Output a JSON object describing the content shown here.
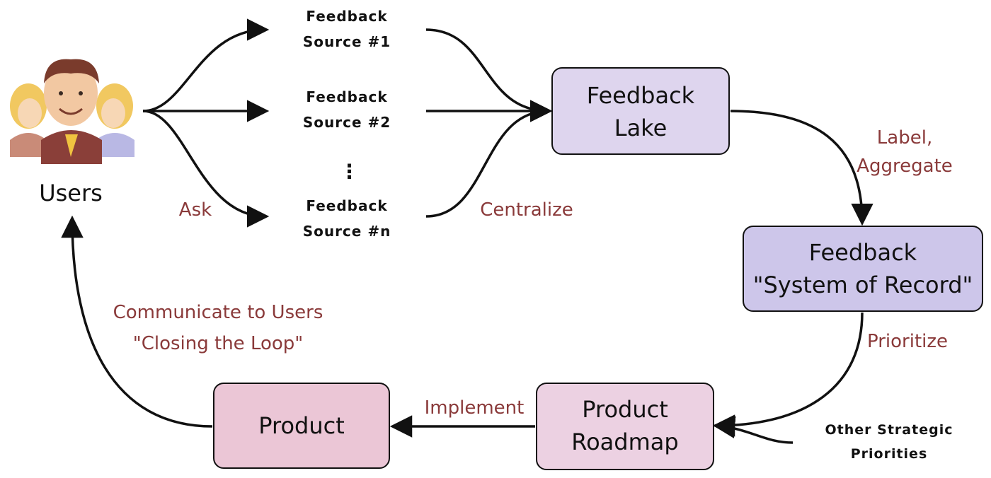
{
  "users": {
    "label": "Users",
    "icon": "users-group-icon"
  },
  "sources": [
    {
      "line1": "Feedback",
      "line2": "Source #1"
    },
    {
      "line1": "Feedback",
      "line2": "Source #2"
    },
    {
      "line1": "Feedback",
      "line2": "Source #n"
    }
  ],
  "ellipsis": "⋮",
  "nodes": {
    "feedback_lake": {
      "line1": "Feedback",
      "line2": "Lake",
      "fill": "#ded5ee"
    },
    "system_of_record": {
      "line1": "Feedback",
      "line2": "\"System of Record\"",
      "fill": "#cdc6ea"
    },
    "product_roadmap": {
      "line1": "Product",
      "line2": "Roadmap",
      "fill": "#ecd1e2"
    },
    "product": {
      "line1": "Product",
      "fill": "#ebc6d6"
    }
  },
  "edges": {
    "ask": "Ask",
    "centralize": "Centralize",
    "label_aggregate_1": "Label,",
    "label_aggregate_2": "Aggregate",
    "prioritize": "Prioritize",
    "implement": "Implement",
    "communicate_1": "Communicate to Users",
    "communicate_2": "\"Closing the Loop\""
  },
  "other_priorities": {
    "line1": "Other Strategic",
    "line2": "Priorities"
  },
  "colors": {
    "edge_label": "#8a3a3a",
    "stroke": "#111111"
  }
}
